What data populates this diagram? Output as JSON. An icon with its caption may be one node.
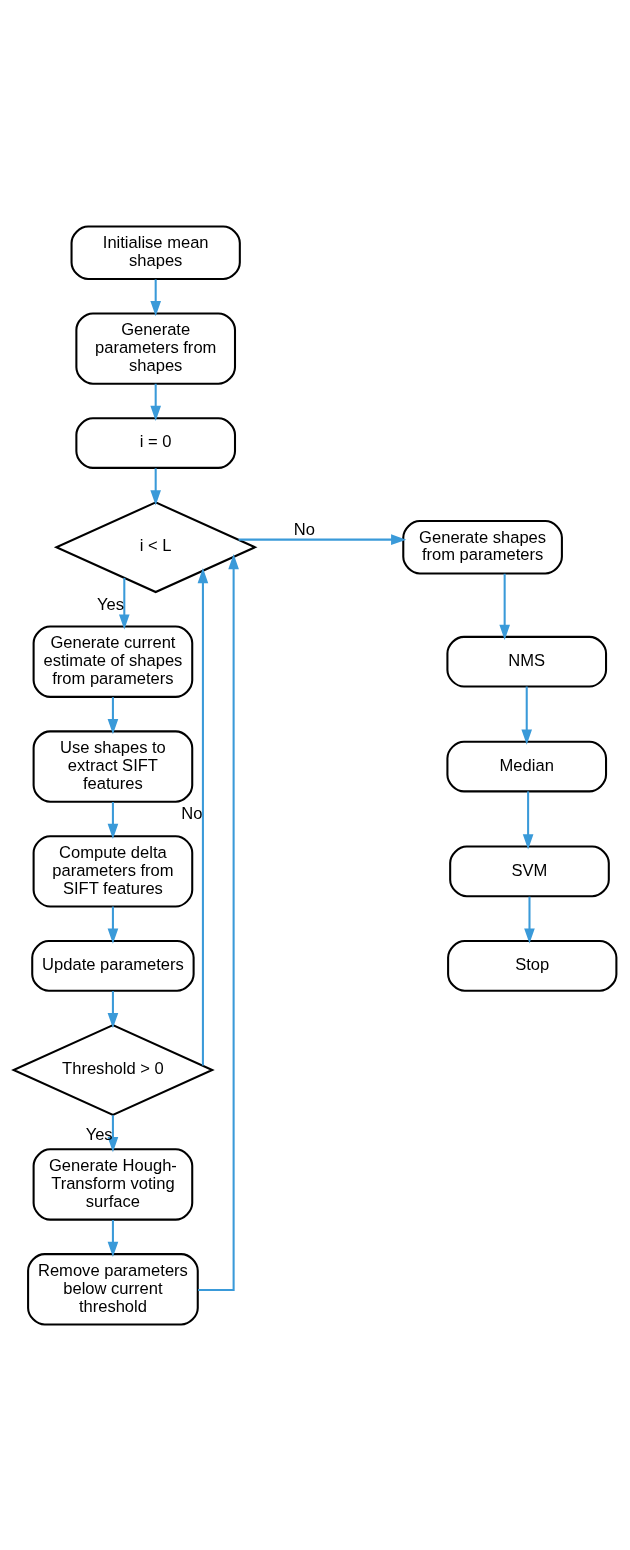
{
  "diagram": {
    "nodes": [
      {
        "text": [
          "Initialise mean shapes"
        ]
      },
      {
        "text": [
          "Generate parameters from shapes"
        ]
      },
      {
        "text": [
          "i = 0"
        ]
      },
      {
        "text": [
          "i < L"
        ]
      },
      {
        "text": [
          "Generate shapes from parameters"
        ]
      },
      {
        "text": [
          "NMS"
        ]
      },
      {
        "text": [
          "Median"
        ]
      },
      {
        "text": [
          "SVM"
        ]
      },
      {
        "text": [
          "Stop"
        ]
      },
      {
        "text": [
          "Generate current estimate of shapes from parameters"
        ]
      },
      {
        "text": [
          "Use shapes to extract SIFT features"
        ]
      },
      {
        "text": [
          "Compute delta parameters from SIFT features"
        ]
      },
      {
        "text": [
          "Update parameters"
        ]
      },
      {
        "text": [
          "Threshold > 0"
        ]
      },
      {
        "text": [
          "Generate Hough-Transform voting surface"
        ]
      },
      {
        "text": [
          "Remove parameters below current threshold"
        ]
      }
    ],
    "edges": [
      {
        "from": 0,
        "to": 1,
        "arrow": "to"
      },
      {
        "from": 1,
        "to": 2,
        "arrow": "to"
      },
      {
        "from": 2,
        "to": 3,
        "arrow": "to"
      },
      {
        "from": 3,
        "to": 4,
        "arrow": "to",
        "label": "No"
      },
      {
        "from": 4,
        "to": 5,
        "arrow": "to"
      },
      {
        "from": 5,
        "to": 6,
        "arrow": "to"
      },
      {
        "from": 6,
        "to": 7,
        "arrow": "to"
      },
      {
        "from": 7,
        "to": 8,
        "arrow": "to"
      },
      {
        "from": 3,
        "to": 9,
        "arrow": "to",
        "label": "Yes"
      },
      {
        "from": 9,
        "to": 10,
        "arrow": "to"
      },
      {
        "from": 10,
        "to": 11,
        "arrow": "to"
      },
      {
        "from": 11,
        "to": 12,
        "arrow": "to"
      },
      {
        "from": 12,
        "to": 13,
        "arrow": "to"
      },
      {
        "from": 13,
        "to": 3,
        "arrow": "to",
        "label": "No"
      },
      {
        "from": 13,
        "to": 14,
        "arrow": "to",
        "label": "Yes"
      },
      {
        "from": 14,
        "to": 15,
        "arrow": "to"
      },
      {
        "from": 15,
        "to": 3,
        "arrow": "to"
      }
    ]
  }
}
